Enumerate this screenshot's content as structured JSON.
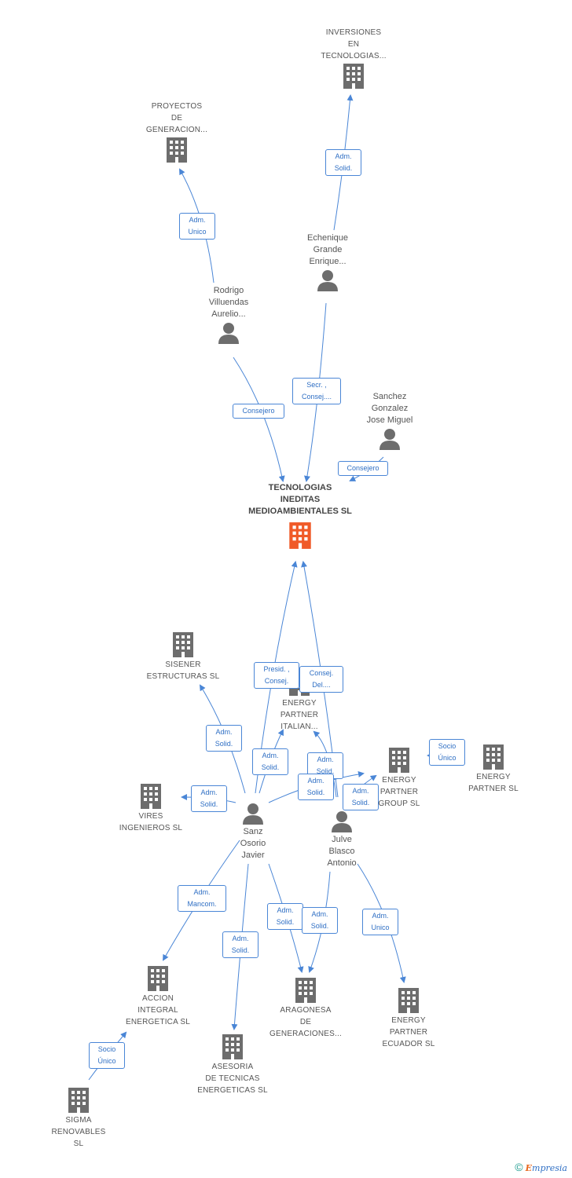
{
  "colors": {
    "edge": "#4a86d6",
    "building": "#6d6d6d",
    "center_building": "#f05a28",
    "person": "#6d6d6d"
  },
  "footer": {
    "copyright": "©",
    "brand_e": "E",
    "brand_rest": "mpresia"
  },
  "nodes": {
    "inversiones": {
      "label": "INVERSIONES\nEN\nTECNOLOGIAS...",
      "kind": "building"
    },
    "proyectos": {
      "label": "PROYECTOS\nDE\nGENERACION...",
      "kind": "building"
    },
    "echenique": {
      "label": "Echenique\nGrande\nEnrique...",
      "kind": "person"
    },
    "rodrigo": {
      "label": "Rodrigo\nVilluendas\nAurelio...",
      "kind": "person"
    },
    "sanchez": {
      "label": "Sanchez\nGonzalez\nJose Miguel",
      "kind": "person"
    },
    "tecnologias": {
      "label": "TECNOLOGIAS\nINEDITAS\nMEDIOAMBIENTALES SL",
      "kind": "center"
    },
    "sisener": {
      "label": "SISENER\nESTRUCTURAS SL",
      "kind": "building"
    },
    "italian": {
      "label": "ENERGY\nPARTNER\nITALIAN...",
      "kind": "building"
    },
    "group": {
      "label": "ENERGY\nPARTNER\nGROUP SL",
      "kind": "building"
    },
    "energy_partner": {
      "label": "ENERGY\nPARTNER  SL",
      "kind": "building"
    },
    "vires": {
      "label": "VIRES\nINGENIEROS SL",
      "kind": "building"
    },
    "sanz": {
      "label": "Sanz\nOsorio\nJavier",
      "kind": "person"
    },
    "julve": {
      "label": "Julve\nBlasco\nAntonio",
      "kind": "person"
    },
    "accion": {
      "label": "ACCION\nINTEGRAL\nENERGETICA SL",
      "kind": "building"
    },
    "aragonesa": {
      "label": "ARAGONESA\nDE\nGENERACIONES...",
      "kind": "building"
    },
    "ecuador": {
      "label": "ENERGY\nPARTNER\nECUADOR SL",
      "kind": "building"
    },
    "asesoria": {
      "label": "ASESORIA\nDE TECNICAS\nENERGETICAS SL",
      "kind": "building"
    },
    "sigma": {
      "label": "SIGMA\nRENOVABLES\nSL",
      "kind": "building"
    }
  },
  "relations": [
    {
      "id": "r1",
      "label": "Adm.\nSolid."
    },
    {
      "id": "r2",
      "label": "Adm.\nUnico"
    },
    {
      "id": "r3",
      "label": "Secr. ,\nConsej...."
    },
    {
      "id": "r4",
      "label": "Consejero"
    },
    {
      "id": "r5",
      "label": "Consejero"
    },
    {
      "id": "r6",
      "label": "Presid. ,\nConsej."
    },
    {
      "id": "r7",
      "label": "Consej.\nDel...."
    },
    {
      "id": "r8",
      "label": "Adm.\nSolid."
    },
    {
      "id": "r9",
      "label": "Adm.\nSolid."
    },
    {
      "id": "r10",
      "label": "Adm.\nSolid."
    },
    {
      "id": "r11",
      "label": "Adm.\nSolid."
    },
    {
      "id": "r12",
      "label": "Adm.\nSolid."
    },
    {
      "id": "r13",
      "label": "Adm.\nSolid."
    },
    {
      "id": "r14",
      "label": "Socio\nÚnico"
    },
    {
      "id": "r15",
      "label": "Adm.\nMancom."
    },
    {
      "id": "r16",
      "label": "Adm.\nSolid."
    },
    {
      "id": "r17",
      "label": "Adm.\nSolid."
    },
    {
      "id": "r18",
      "label": "Adm.\nSolid."
    },
    {
      "id": "r19",
      "label": "Adm.\nUnico"
    },
    {
      "id": "r20",
      "label": "Socio\nÚnico"
    }
  ]
}
